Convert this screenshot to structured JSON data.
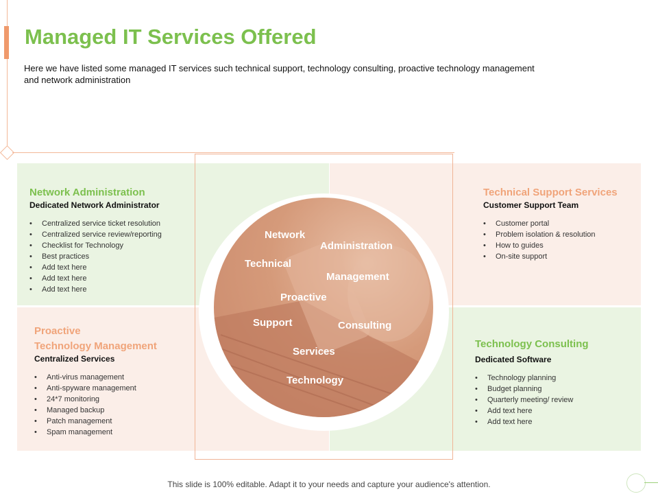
{
  "title": "Managed IT Services Offered",
  "subtitle": "Here we have listed some managed IT services such technical support, technology consulting, proactive technology management and network administration",
  "quadrants": {
    "network": {
      "title": "Network Administration",
      "subtitle": "Dedicated Network Administrator",
      "items": [
        "Centralized service ticket resolution",
        "Centralized service review/reporting",
        "Checklist for Technology",
        "Best practices",
        "Add text here",
        "Add text here",
        "Add text here"
      ]
    },
    "technical": {
      "title": "Technical Support Services",
      "subtitle": "Customer Support Team",
      "items": [
        "Customer portal",
        "Problem isolation & resolution",
        "How to guides",
        "On-site support"
      ]
    },
    "proactive": {
      "title_line1": "Proactive",
      "title_line2": "Technology Management",
      "subtitle": "Centralized Services",
      "items": [
        "Anti-virus management",
        "Anti-spyware management",
        "24*7 monitoring",
        "Managed backup",
        "Patch management",
        "Spam management"
      ]
    },
    "consulting": {
      "title": "Technology Consulting",
      "subtitle": "Dedicated Software",
      "items": [
        "Technology planning",
        "Budget planning",
        "Quarterly meeting/ review",
        "Add text here",
        "Add text here"
      ]
    }
  },
  "circle_words": [
    "Network",
    "Administration",
    "Technical",
    "Management",
    "Proactive",
    "Support",
    "Consulting",
    "Services",
    "Technology"
  ],
  "footer": "This slide is 100% editable. Adapt it to your needs and capture your audience's attention.",
  "colors": {
    "green": "#7cc04e",
    "orange": "#f0a47a",
    "green_bg": "#eaf4e2",
    "orange_bg": "#fbeee8"
  }
}
